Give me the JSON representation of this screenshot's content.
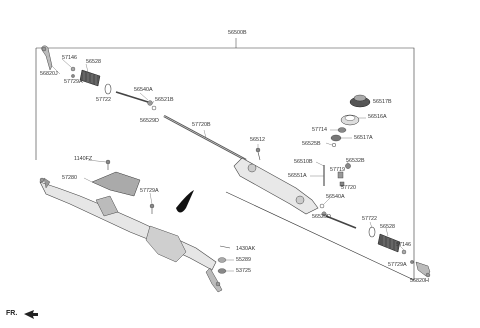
{
  "diagram": {
    "assembly_label": "56500B",
    "direction_label": "FR.",
    "parts": {
      "p57146_l": "57146",
      "p56528_l": "56528",
      "p56820J": "56820J",
      "p57729A_l": "57729A",
      "p57722_l": "57722",
      "p56540A_l": "56540A",
      "p56521B": "56521B",
      "p56529D_l": "56529D",
      "p57720B": "57720B",
      "p56512": "56512",
      "p56517B": "56517B",
      "p56516A": "56516A",
      "p57714": "57714",
      "p56517A": "56517A",
      "p56525B": "56525B",
      "p56510B": "56510B",
      "p56532B": "56532B",
      "p57719": "57719",
      "p56551A": "56551A",
      "p57720": "57720",
      "p56540A_r": "56540A",
      "p56529D_r": "56529D",
      "p57722_r": "57722",
      "p56528_r": "56528",
      "p57146_r": "57146",
      "p57729A_r": "57729A",
      "p56820H": "56820H",
      "p1140FZ": "1140FZ",
      "p57280": "57280",
      "p57729A_m": "57729A",
      "p1430AK": "1430AK",
      "p55289": "55289",
      "p53725": "53725"
    }
  }
}
